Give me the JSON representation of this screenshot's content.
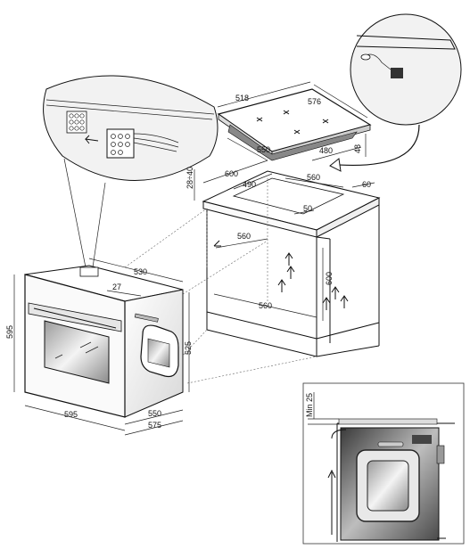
{
  "hob": {
    "width": "576",
    "depth": "518",
    "cutout_width": "560",
    "cutout_depth": "480",
    "width_top": "550",
    "height": "48"
  },
  "cabinet": {
    "worktop_offset": "28÷40",
    "width": "600",
    "inner_width": "490",
    "inner_depth": "560",
    "rear_gap": "60",
    "vent_gap": "50",
    "inner_width_mid": "560",
    "height_cutout": "600",
    "bottom_width": "560"
  },
  "oven": {
    "height": "595",
    "width": "595",
    "depth": "530",
    "panel_depth": "27",
    "body_height": "525",
    "body_width": "550",
    "total_width": "575"
  },
  "section": {
    "min_gap": "Min 25"
  }
}
